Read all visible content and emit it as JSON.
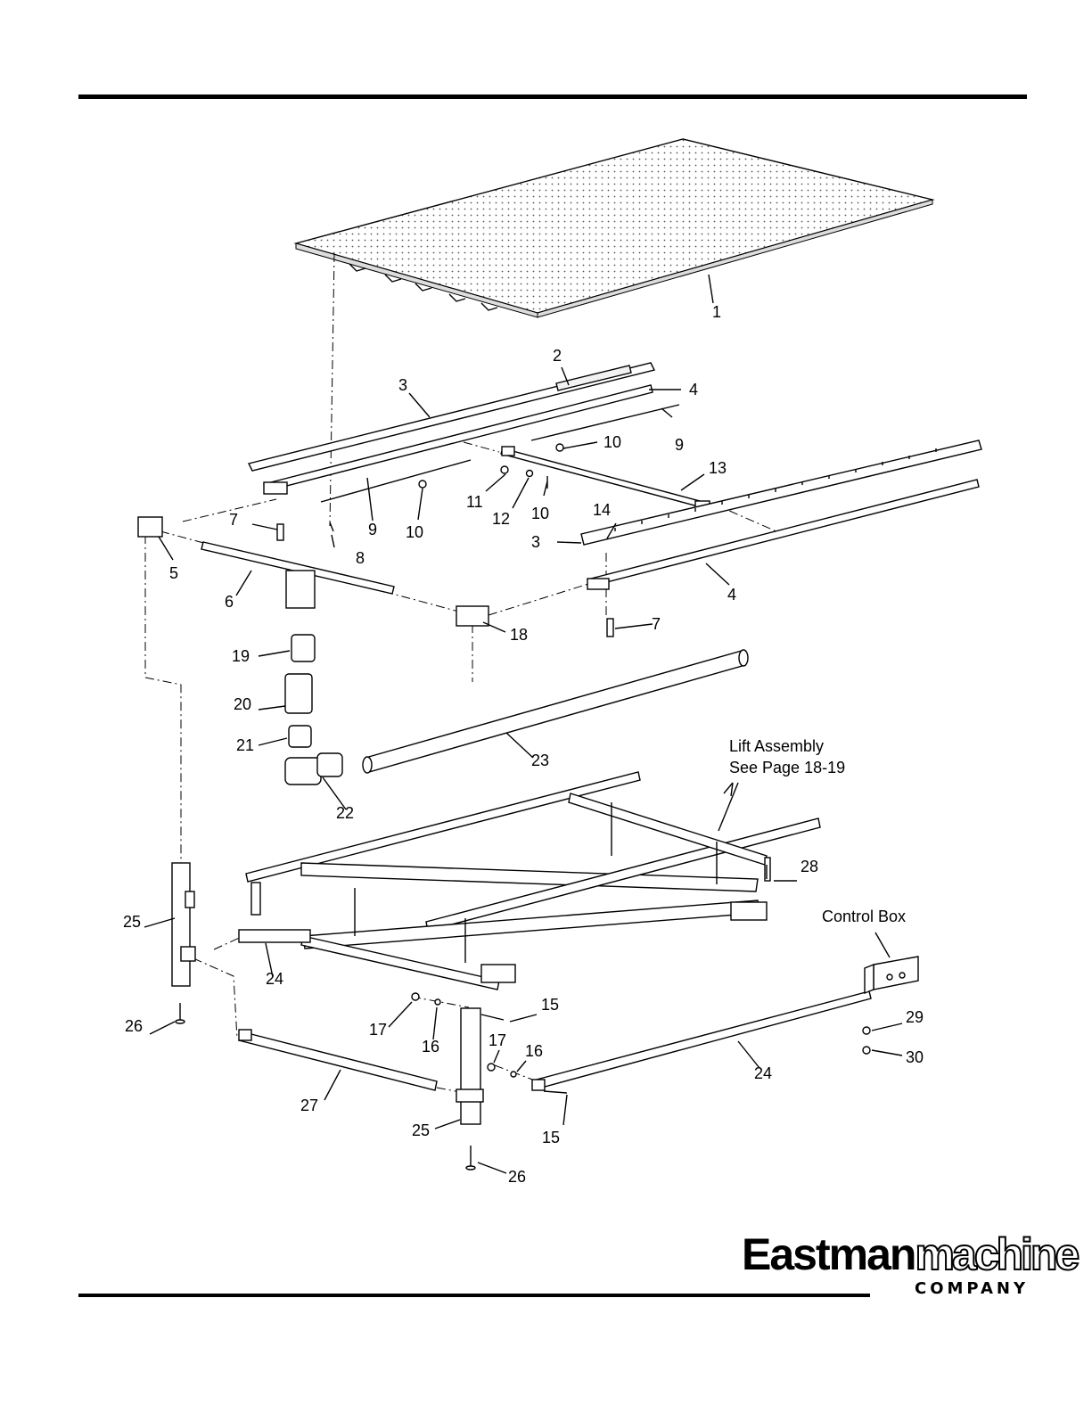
{
  "callouts": {
    "c1": "1",
    "c2": "2",
    "c3a": "3",
    "c3b": "3",
    "c4a": "4",
    "c4b": "4",
    "c5": "5",
    "c6": "6",
    "c7a": "7",
    "c7b": "7",
    "c8": "8",
    "c9a": "9",
    "c9b": "9",
    "c10a": "10",
    "c10b": "10",
    "c10c": "10",
    "c11": "11",
    "c12": "12",
    "c13": "13",
    "c14": "14",
    "c15a": "15",
    "c15b": "15",
    "c16a": "16",
    "c16b": "16",
    "c17a": "17",
    "c17b": "17",
    "c18": "18",
    "c19": "19",
    "c20": "20",
    "c21": "21",
    "c22": "22",
    "c23": "23",
    "c24a": "24",
    "c24b": "24",
    "c25a": "25",
    "c25b": "25",
    "c26a": "26",
    "c26b": "26",
    "c27": "27",
    "c28": "28",
    "c29": "29",
    "c30": "30"
  },
  "notes": {
    "lift_line1": "Lift Assembly",
    "lift_line2": "See Page 18-19",
    "control_box": "Control Box"
  },
  "logo": {
    "brand": "Eastman",
    "machine": "machine",
    "company": "COMPANY"
  }
}
